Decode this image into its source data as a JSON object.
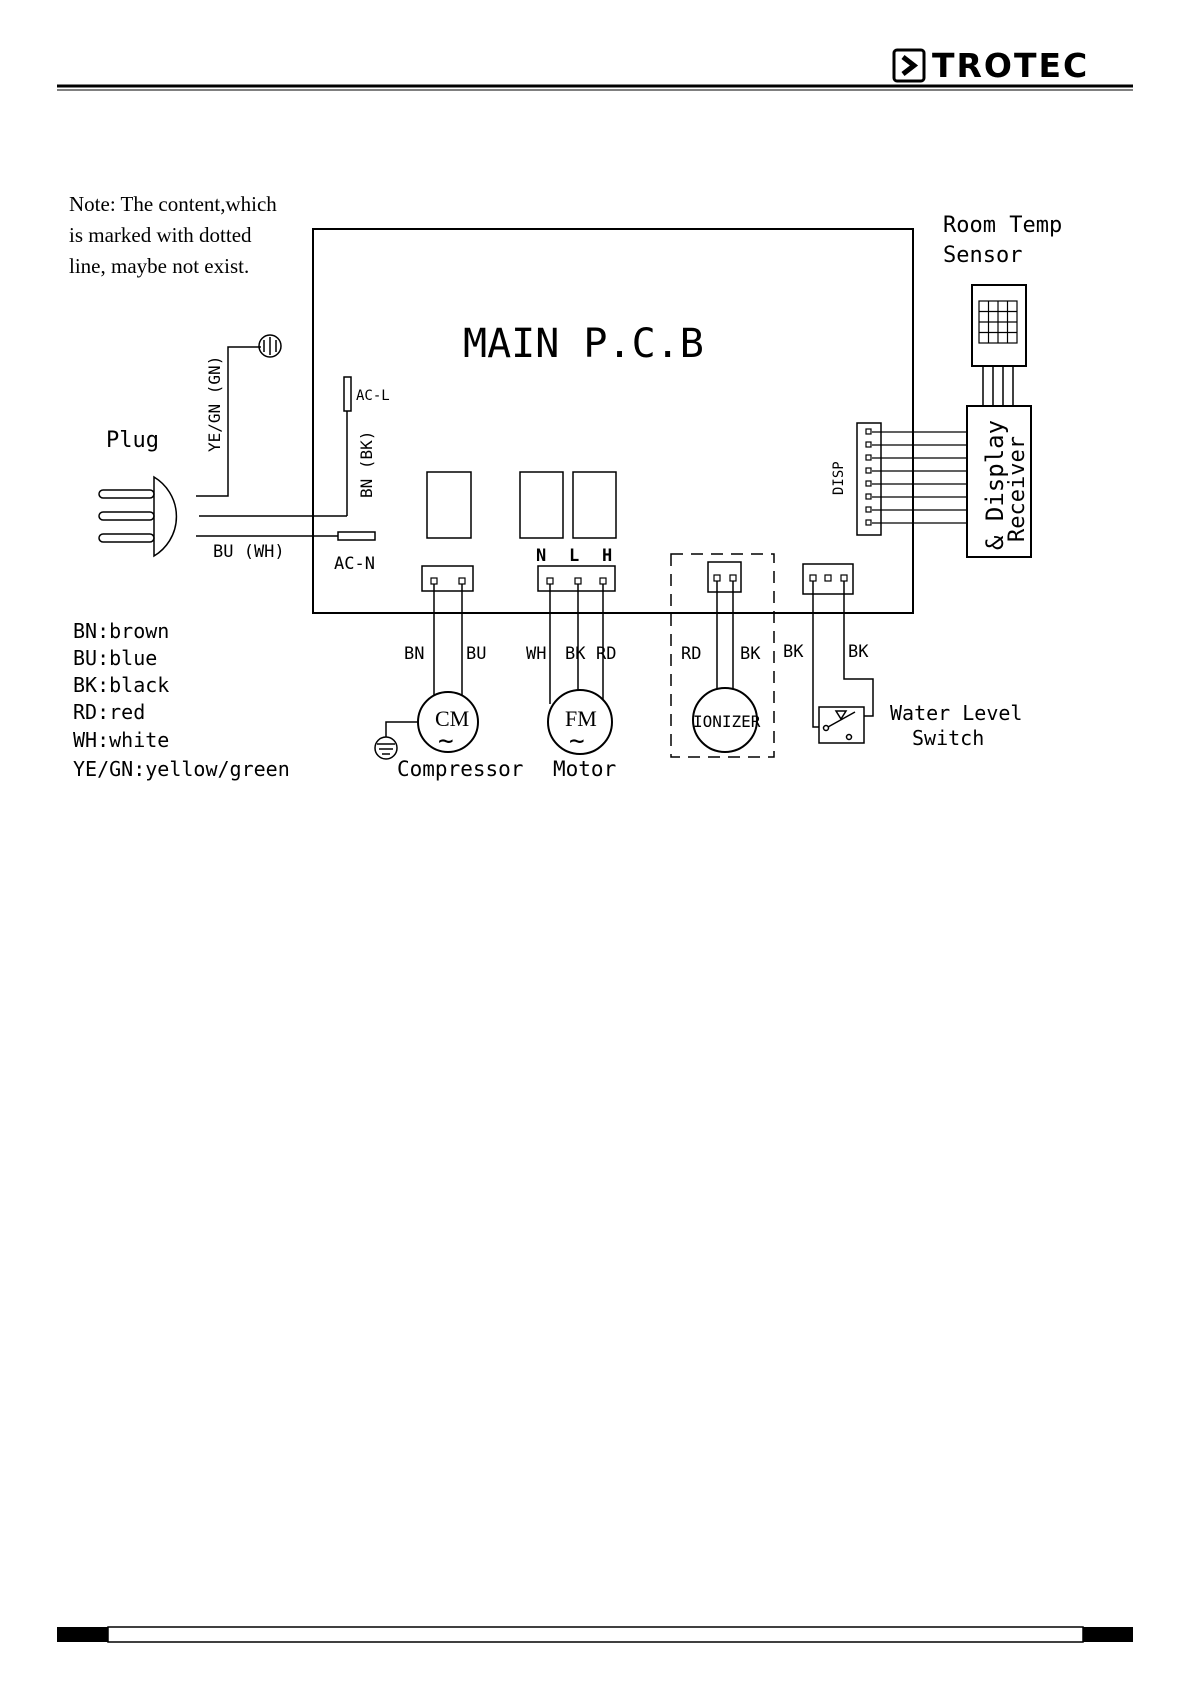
{
  "brand": {
    "name": "TROTEC"
  },
  "note": {
    "line1": "Note: The content,which",
    "line2": "is marked with dotted",
    "line3": "line, maybe not exist."
  },
  "pcb": {
    "title": "MAIN P.C.B",
    "ac_l": "AC-L",
    "ac_n": "AC-N",
    "disp": "DISP",
    "relay_n": "N",
    "relay_l": "L",
    "relay_h": "H"
  },
  "plug": {
    "label": "Plug",
    "earth_wire": "YE/GN (GN)",
    "line_wire": "BN (BK)",
    "neutral_wire": "BU (WH)"
  },
  "components": {
    "compressor": {
      "symbol": "CM",
      "tilde": "~",
      "label": "Compressor",
      "wire1": "BN",
      "wire2": "BU"
    },
    "motor": {
      "symbol": "FM",
      "tilde": "~",
      "label": "Motor",
      "wire1": "WH",
      "wire2": "BK",
      "wire3": "RD"
    },
    "ionizer": {
      "symbol": "IONIZER",
      "wire1": "RD",
      "wire2": "BK"
    },
    "water_switch": {
      "label1": "Water Level",
      "label2": "Switch",
      "wire1": "BK",
      "wire2": "BK"
    },
    "room_temp": {
      "label1": "Room Temp",
      "label2": "Sensor"
    },
    "display": {
      "label1": "& Display",
      "label2": "Receiver"
    }
  },
  "legend": [
    "BN:brown",
    "BU:blue",
    "BK:black",
    "RD:red",
    "WH:white",
    "YE/GN:yellow/green"
  ]
}
